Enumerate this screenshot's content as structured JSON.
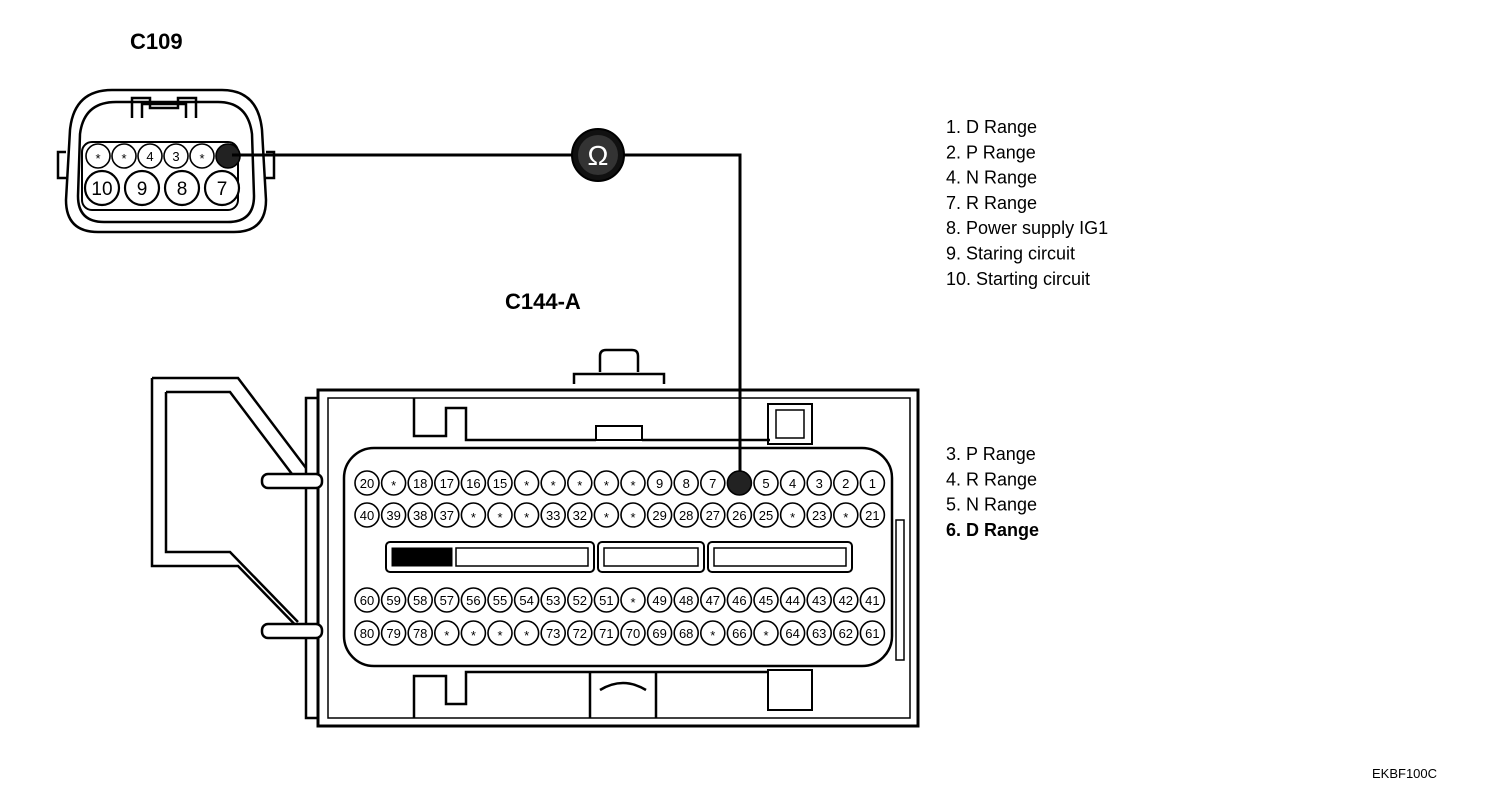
{
  "c109": {
    "title": "C109",
    "top_pins": [
      "*",
      "*",
      "4",
      "3",
      "*",
      "●"
    ],
    "bottom_pins": [
      "10",
      "9",
      "8",
      "7"
    ]
  },
  "c144": {
    "title": "C144-A",
    "rows": [
      [
        "20",
        "*",
        "18",
        "17",
        "16",
        "15",
        "*",
        "*",
        "*",
        "*",
        "*",
        "9",
        "8",
        "7",
        "●",
        "5",
        "4",
        "3",
        "2",
        "1"
      ],
      [
        "40",
        "39",
        "38",
        "37",
        "*",
        "*",
        "*",
        "33",
        "32",
        "*",
        "*",
        "29",
        "28",
        "27",
        "26",
        "25",
        "*",
        "23",
        "*",
        "21"
      ],
      [
        "60",
        "59",
        "58",
        "57",
        "56",
        "55",
        "54",
        "53",
        "52",
        "51",
        "*",
        "49",
        "48",
        "47",
        "46",
        "45",
        "44",
        "43",
        "42",
        "41"
      ],
      [
        "80",
        "79",
        "78",
        "*",
        "*",
        "*",
        "*",
        "73",
        "72",
        "71",
        "70",
        "69",
        "68",
        "*",
        "66",
        "*",
        "64",
        "63",
        "62",
        "61"
      ]
    ]
  },
  "meter": {
    "symbol": "Ω"
  },
  "legend_c109": [
    "1. D Range",
    "2. P Range",
    "4. N Range",
    "7. R Range",
    "8. Power supply IG1",
    "9. Staring circuit",
    "10. Starting circuit"
  ],
  "legend_c144": [
    "3. P Range",
    "4. R Range",
    "5. N Range",
    "6. D Range"
  ],
  "figure_code": "EKBF100C",
  "colors": {
    "ink": "#000000",
    "paper": "#ffffff",
    "pin_hole": "#222222"
  }
}
